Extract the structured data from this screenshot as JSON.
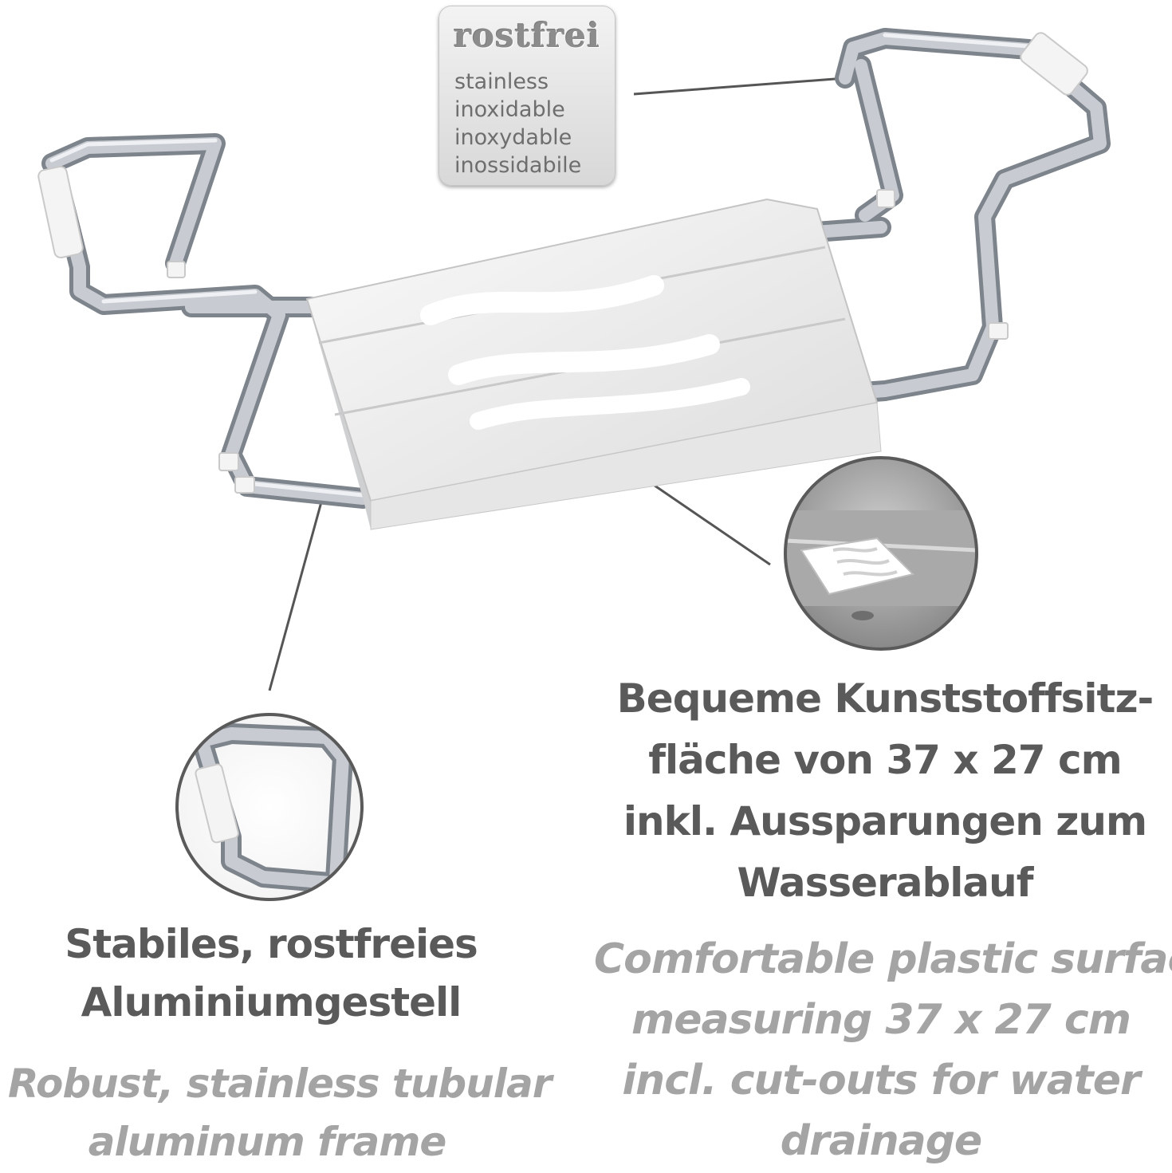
{
  "badge": {
    "title": "rostfrei",
    "lines": [
      "stainless",
      "inoxidable",
      "inoxydable",
      "inossidabile"
    ]
  },
  "frame_caption": {
    "de": [
      "Stabiles, rostfreies",
      "Aluminiumgestell"
    ],
    "en": [
      "Robust, stainless tubular",
      "aluminum frame"
    ]
  },
  "seat_caption": {
    "de": [
      "Bequeme Kunststoffsitz-",
      "fläche von 37 x 27 cm",
      "inkl. Aussparungen zum",
      "Wasserablauf"
    ],
    "en": [
      "Comfortable plastic surface",
      "measuring 37 x 27 cm",
      "incl. cut-outs for water",
      "drainage"
    ]
  },
  "colors": {
    "metal": "#b8bcc2",
    "metal_shadow": "#7e848c",
    "caption_dark": "#5a5a5a",
    "caption_light": "#a4a4a4",
    "leader_line": "#555555"
  },
  "icons": [
    "bath-seat-illustration",
    "frame-detail-circle",
    "seat-detail-circle"
  ]
}
